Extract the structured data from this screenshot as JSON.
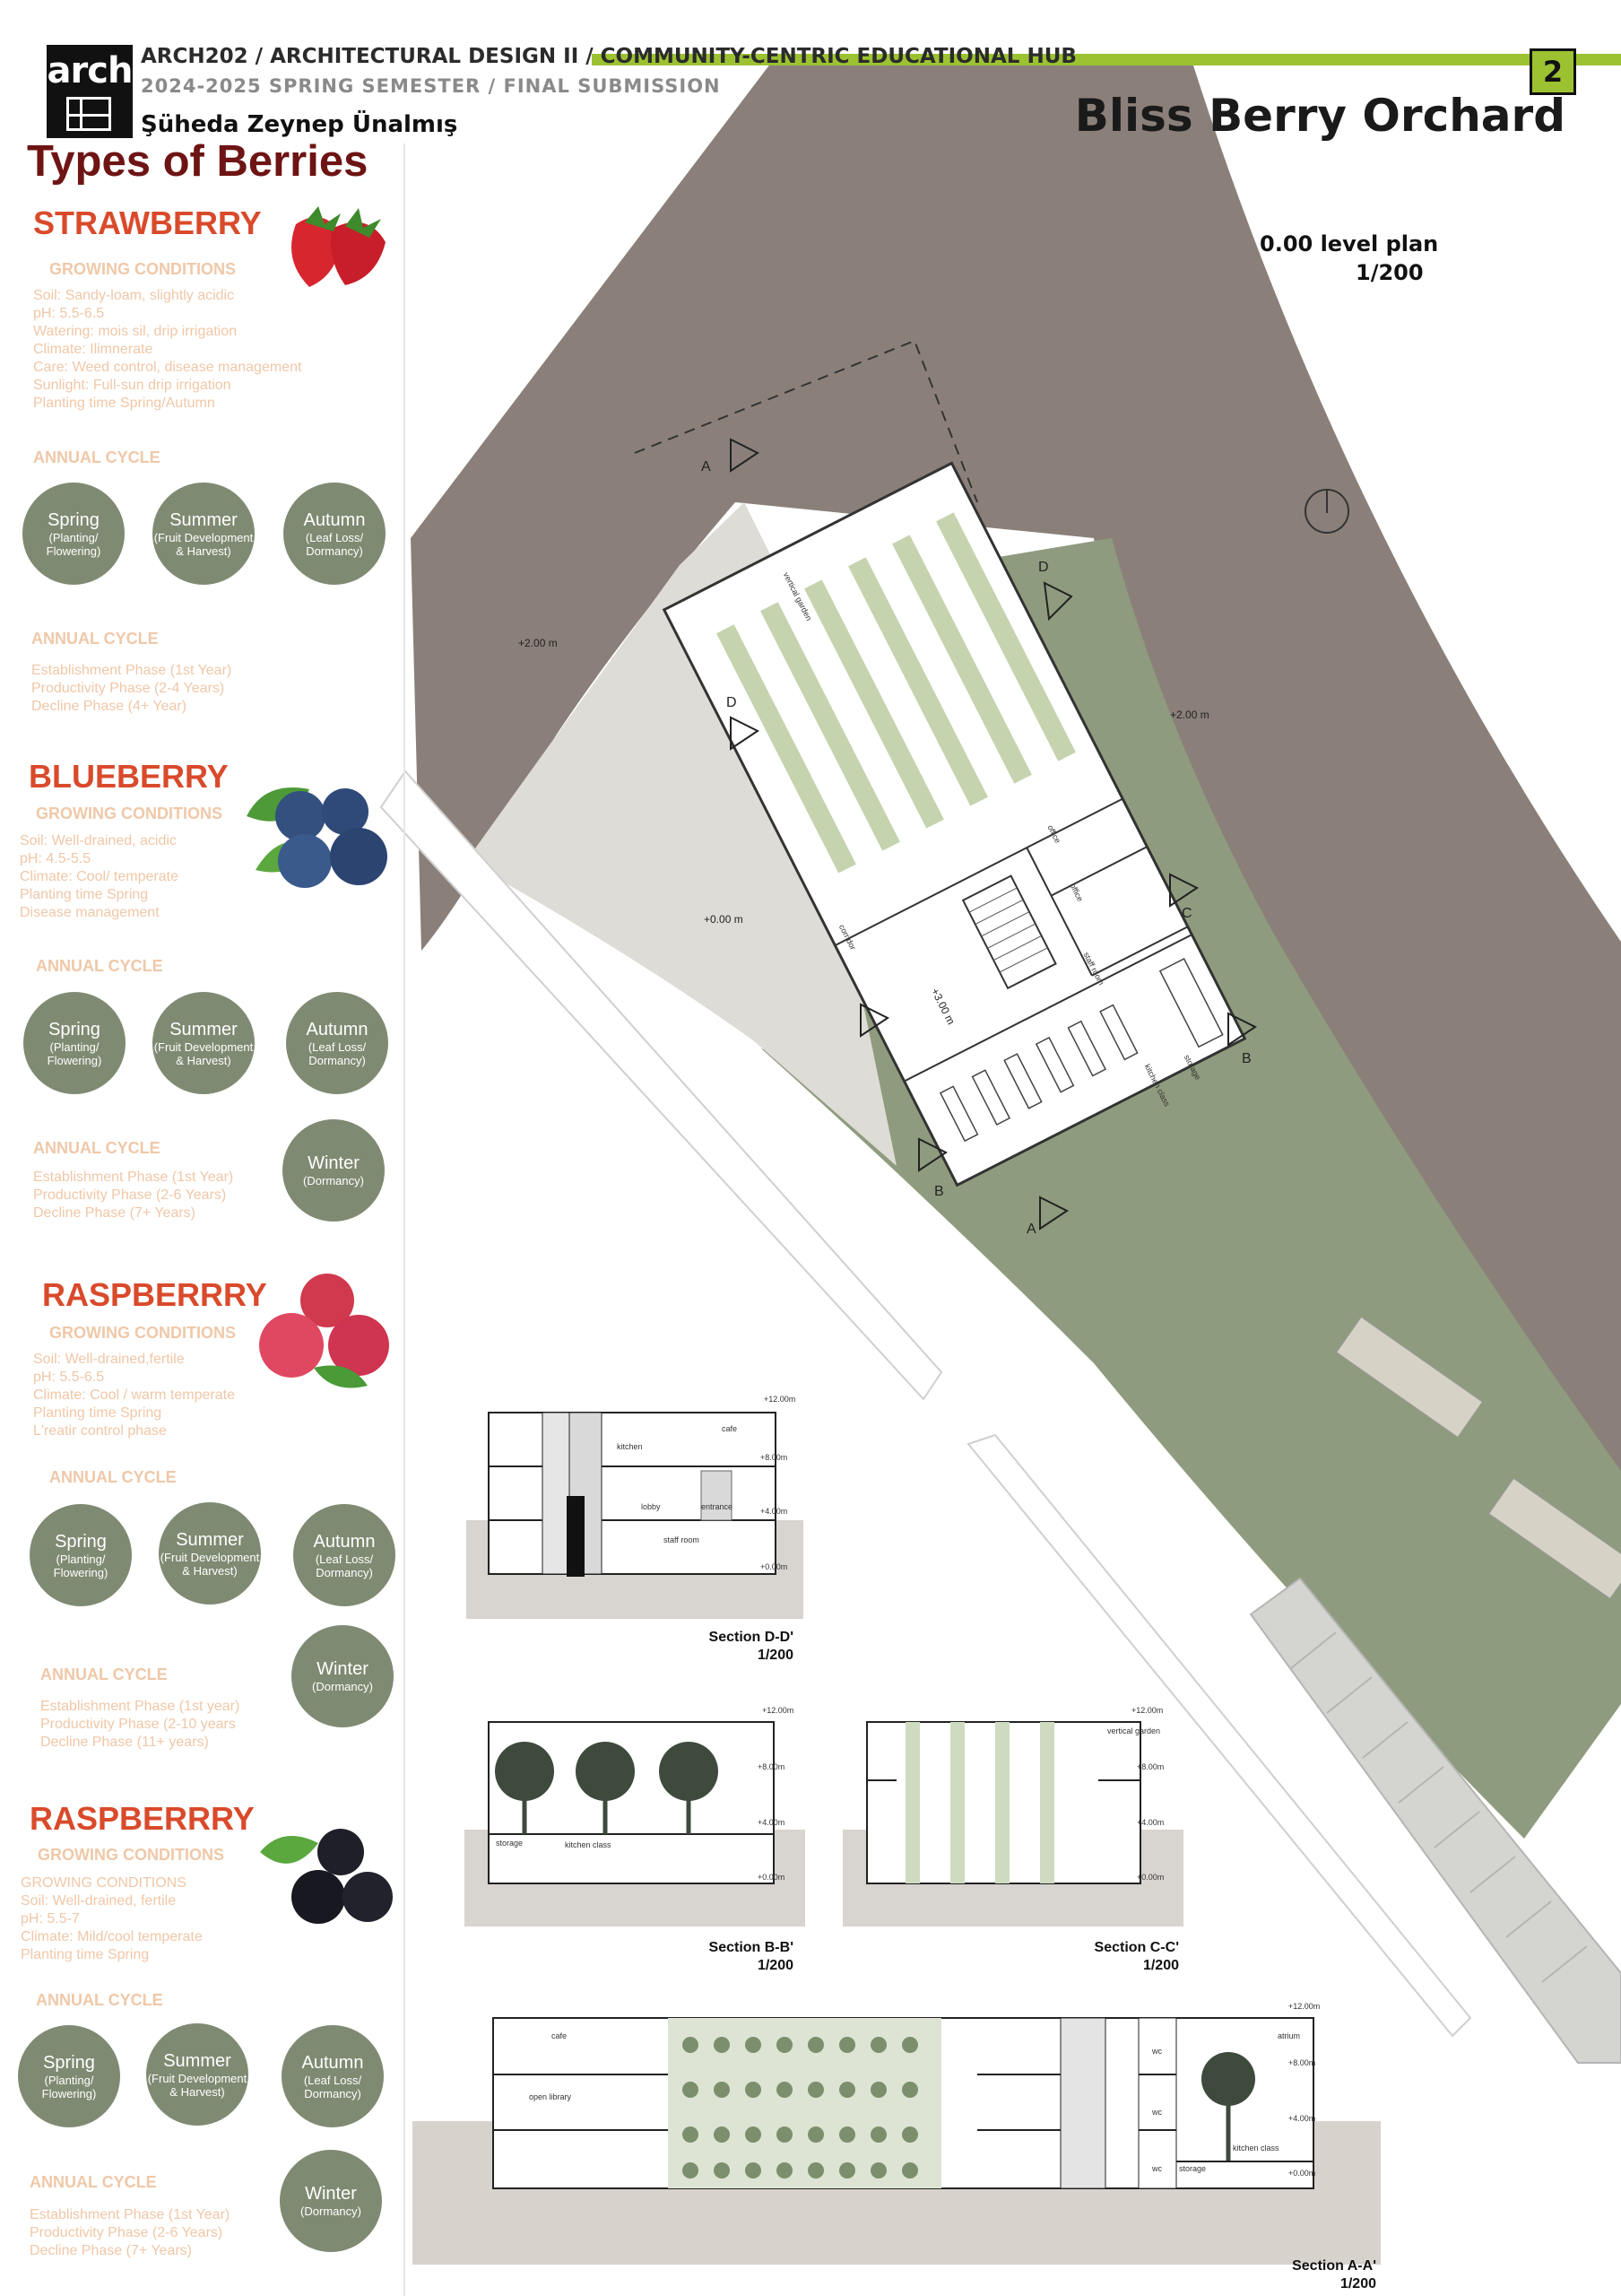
{
  "header": {
    "logo_text": "arch",
    "course": "ARCH202 / ARCHITECTURAL DESIGN II / COMMUNITY-CENTRIC EDUCATIONAL HUB",
    "semester": "2024-2025 SPRING SEMESTER / FINAL SUBMISSION",
    "author": "Şüheda Zeynep Ünalmış",
    "page_number": "2",
    "project_title": "Bliss Berry Orchard"
  },
  "plan": {
    "title": "0.00 level plan",
    "scale": "1/200",
    "levels": [
      "+2.00 m",
      "+2.00 m",
      "+0.00 m",
      "+3.00 m"
    ],
    "section_markers": [
      "A",
      "A",
      "D",
      "D",
      "C",
      "B",
      "B"
    ],
    "room_labels": [
      "vertical garden",
      "office",
      "office",
      "staff room",
      "storage",
      "kitchen class",
      "corridor"
    ]
  },
  "left": {
    "title": "Types of Berries",
    "berries": [
      {
        "name": "STRAWBERRY",
        "conditions_heading": "GROWING CONDITIONS",
        "conditions": [
          "Soil: Sandy-loam, slightly acidic",
          "pH: 5.5-6.5",
          "Watering: mois sil, drip irrigation",
          "Climate: Ilimnerate",
          "Care: Weed control, disease management",
          "Sunlight: Full-sun drip irrigation",
          "Planting time Spring/Autumn"
        ],
        "cycle_heading": "ANNUAL CYCLE",
        "seasons": [
          {
            "label": "Spring",
            "detail": "(Planting/ Flowering)"
          },
          {
            "label": "Summer",
            "detail": "(Fruit Development & Harvest)"
          },
          {
            "label": "Autumn",
            "detail": "(Leaf Loss/ Dormancy)"
          }
        ],
        "phases_heading": "ANNUAL CYCLE",
        "phases": [
          "Establishment Phase (1st Year)",
          "Productivity Phase (2-4 Years)",
          "Decline Phase (4+ Year)"
        ]
      },
      {
        "name": "BLUEBERRY",
        "conditions_heading": "GROWING CONDITIONS",
        "conditions": [
          "Soil: Well-drained, acidic",
          "pH: 4.5-5.5",
          "Climate: Cool/ temperate",
          "Planting time Spring",
          "Disease management"
        ],
        "cycle_heading": "ANNUAL CYCLE",
        "seasons": [
          {
            "label": "Spring",
            "detail": "(Planting/ Flowering)"
          },
          {
            "label": "Summer",
            "detail": "(Fruit Development & Harvest)"
          },
          {
            "label": "Autumn",
            "detail": "(Leaf Loss/ Dormancy)"
          },
          {
            "label": "Winter",
            "detail": "(Dormancy)"
          }
        ],
        "phases_heading": "ANNUAL CYCLE",
        "phases": [
          "Establishment Phase (1st Year)",
          "Productivity Phase (2-6 Years)",
          "Decline Phase (7+ Years)"
        ]
      },
      {
        "name": "RASPBERRRY",
        "conditions_heading": "GROWING CONDITIONS",
        "conditions": [
          "Soil: Well-drained,fertile",
          "pH: 5.5-6.5",
          "Climate: Cool / warm temperate",
          "Planting time Spring",
          "L'reatir control phase"
        ],
        "cycle_heading": "ANNUAL CYCLE",
        "seasons": [
          {
            "label": "Spring",
            "detail": "(Planting/ Flowering)"
          },
          {
            "label": "Summer",
            "detail": "(Fruit Development & Harvest)"
          },
          {
            "label": "Autumn",
            "detail": "(Leaf Loss/ Dormancy)"
          },
          {
            "label": "Winter",
            "detail": "(Dormancy)"
          }
        ],
        "phases_heading": "ANNUAL CYCLE",
        "phases": [
          "Establishment Phase (1st year)",
          "Productivity Phase (2-10 years",
          "Decline Phase (11+ years)"
        ]
      },
      {
        "name": "RASPBERRRY",
        "conditions_heading": "GROWING CONDITIONS",
        "conditions": [
          "GROWING CONDITIONS",
          "Soil: Well-drained, fertile",
          "pH: 5.5-7",
          "Climate: Mild/cool temperate",
          "Planting time Spring"
        ],
        "cycle_heading": "ANNUAL CYCLE",
        "seasons": [
          {
            "label": "Spring",
            "detail": "(Planting/ Flowering)"
          },
          {
            "label": "Summer",
            "detail": "(Fruit Development & Harvest)"
          },
          {
            "label": "Autumn",
            "detail": "(Leaf Loss/ Dormancy)"
          },
          {
            "label": "Winter",
            "detail": "(Dormancy)"
          }
        ],
        "phases_heading": "ANNUAL CYCLE",
        "phases": [
          "Establishment Phase (1st Year)",
          "Productivity Phase (2-6 Years)",
          "Decline Phase (7+ Years)"
        ]
      }
    ]
  },
  "sections": {
    "dd": {
      "title": "Section D-D'",
      "scale": "1/200",
      "labels": [
        "kitchen",
        "cafe",
        "lobby",
        "entrance",
        "staff room"
      ],
      "levels": [
        "+12.00m",
        "+8.00m",
        "+4.00m",
        "+0.00m"
      ]
    },
    "bb": {
      "title": "Section B-B'",
      "scale": "1/200",
      "labels": [
        "storage",
        "kitchen class"
      ],
      "levels": [
        "+12.00m",
        "+8.00m",
        "+4.00m",
        "+0.00m"
      ]
    },
    "cc": {
      "title": "Section C-C'",
      "scale": "1/200",
      "labels": [
        "vertical garden"
      ],
      "levels": [
        "+12.00m",
        "+8.00m",
        "+4.00m",
        "+0.00m"
      ]
    },
    "aa": {
      "title": "Section A-A'",
      "scale": "1/200",
      "labels": [
        "cafe",
        "open library",
        "atrium",
        "wc",
        "wc",
        "wc",
        "storage",
        "kitchen class"
      ],
      "levels": [
        "+12.00m",
        "+8.00m",
        "+4.00m",
        "+0.00m"
      ]
    }
  }
}
